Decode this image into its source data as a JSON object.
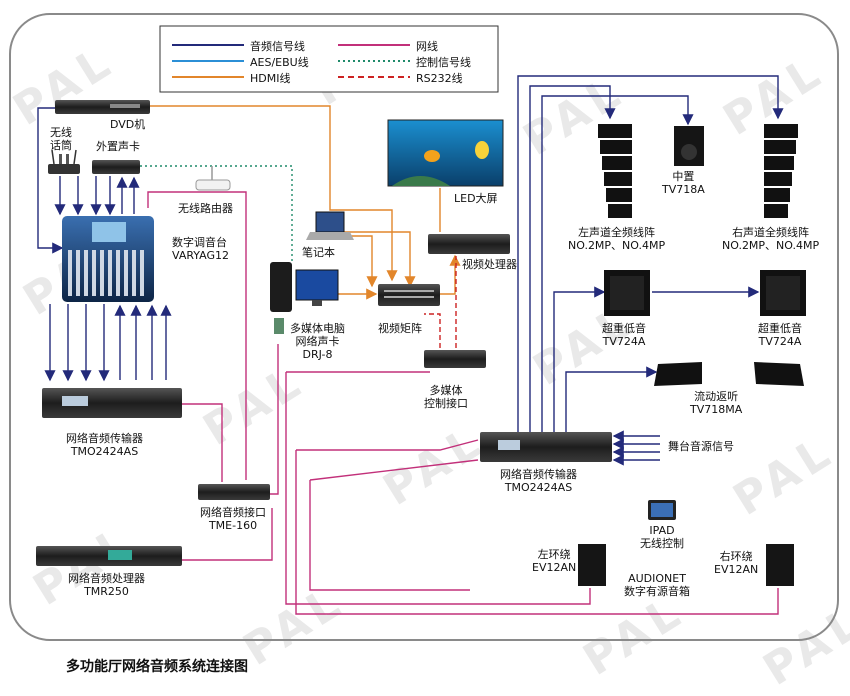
{
  "title": "多功能厅网络音频系统连接图",
  "watermark": "PAL",
  "colors": {
    "audio": "#232a7a",
    "aes": "#2b8fd6",
    "hdmi": "#e2862b",
    "network": "#c2307a",
    "control": "#1f8a6a",
    "rs232": "#cc2222"
  },
  "legend": {
    "audio": "音频信号线",
    "network": "网线",
    "aes": "AES/EBU线",
    "control": "控制信号线",
    "hdmi": "HDMI线",
    "rs232": "RS232线"
  },
  "devices": {
    "dvd": [
      "DVD机"
    ],
    "wireless_mic": [
      "无线",
      "话筒"
    ],
    "external_card": [
      "外置声卡"
    ],
    "router": [
      "无线路由器"
    ],
    "mixer": [
      "数字调音台",
      "VARYAG12"
    ],
    "laptop": [
      "笔记本"
    ],
    "multimedia_pc": [
      "多媒体电脑",
      "网络声卡",
      "DRJ-8"
    ],
    "video_matrix": [
      "视频矩阵"
    ],
    "video_processor": [
      "视频处理器"
    ],
    "led_screen": [
      "LED大屏"
    ],
    "multimedia_ctrl": [
      "多媒体",
      "控制接口"
    ],
    "tmo_left": [
      "网络音频传输器",
      "TMO2424AS"
    ],
    "tme": [
      "网络音频接口",
      "TME-160"
    ],
    "tmr": [
      "网络音频处理器",
      "TMR250"
    ],
    "tmo_right": [
      "网络音频传输器",
      "TMO2424AS"
    ],
    "stage_source": [
      "舞台音源信号"
    ],
    "left_array": [
      "左声道全频线阵",
      "NO.2MP、NO.4MP"
    ],
    "center": [
      "中置",
      "TV718A"
    ],
    "right_array": [
      "右声道全频线阵",
      "NO.2MP、NO.4MP"
    ],
    "sub_left": [
      "超重低音",
      "TV724A"
    ],
    "sub_right": [
      "超重低音",
      "TV724A"
    ],
    "monitor": [
      "流动返听",
      "TV718MA"
    ],
    "ipad": [
      "IPAD",
      "无线控制"
    ],
    "surround_left": [
      "左环绕",
      "EV12AN"
    ],
    "surround_right": [
      "右环绕",
      "EV12AN"
    ],
    "audionet": [
      "AUDIONET",
      "数字有源音箱"
    ]
  }
}
